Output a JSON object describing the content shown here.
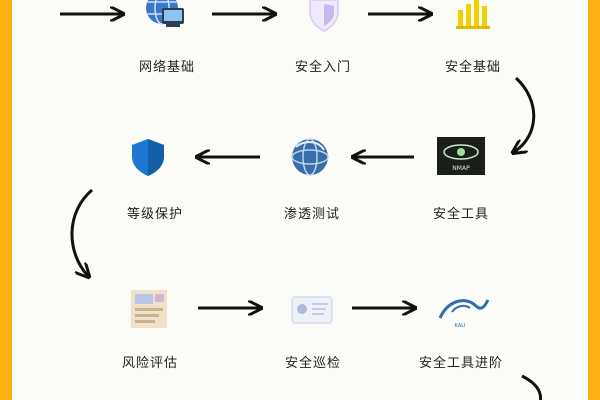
{
  "colors": {
    "border": "#fbb112",
    "background": "#fbfbf7",
    "arrow": "#111111"
  },
  "nodes": [
    {
      "id": "network-basics",
      "label": "网络基础",
      "icon": "globe-computer-icon"
    },
    {
      "id": "security-intro",
      "label": "安全入门",
      "icon": "shield-icon"
    },
    {
      "id": "security-basics",
      "label": "安全基础",
      "icon": "bar-chart-icon"
    },
    {
      "id": "security-tools",
      "label": "安全工具",
      "icon": "nmap-eye-icon"
    },
    {
      "id": "penetration-testing",
      "label": "渗透测试",
      "icon": "globe-icon"
    },
    {
      "id": "classified-protection",
      "label": "等级保护",
      "icon": "blue-shield-icon"
    },
    {
      "id": "risk-assessment",
      "label": "风险评估",
      "icon": "document-icon"
    },
    {
      "id": "security-inspection",
      "label": "安全巡检",
      "icon": "id-card-icon"
    },
    {
      "id": "advanced-security-tools",
      "label": "安全工具进阶",
      "icon": "kali-dragon-icon"
    }
  ],
  "nmap_badge": "NMAP",
  "kali_badge": "KALI"
}
